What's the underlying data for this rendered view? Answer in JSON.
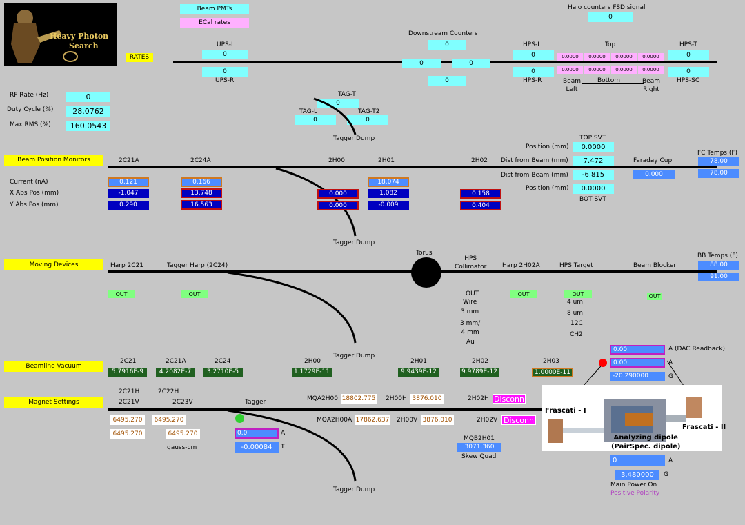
{
  "logo": {
    "line1": "Heavy Photon",
    "line2": "Search"
  },
  "top_buttons": {
    "beam_pmts": "Beam PMTs",
    "ecal_rates": "ECal rates",
    "rates": "RATES"
  },
  "halo": {
    "label": "Halo counters FSD signal",
    "value": "0"
  },
  "ups": {
    "ups_l": "UPS-L",
    "ups_l_val": "0",
    "ups_r": "UPS-R",
    "ups_r_val": "0"
  },
  "downstream": {
    "label": "Downstream Counters",
    "top": "0",
    "left": "0",
    "right": "0",
    "bottom": "0"
  },
  "hps_l": {
    "label": "HPS-L",
    "val": "0"
  },
  "hps_r": {
    "label": "HPS-R",
    "val": "0"
  },
  "top_label": "Top",
  "bottom_label": "Bottom",
  "top_vals": [
    "0.0000",
    "0.0000",
    "0.0000",
    "0.0000"
  ],
  "bottom_vals": [
    "0.0000",
    "0.0000",
    "0.0000",
    "0.0000"
  ],
  "beam_left": "Beam\nLeft",
  "beam_right": "Beam\nRight",
  "hps_t": {
    "label": "HPS-T",
    "val": "0"
  },
  "hps_sc": {
    "label": "HPS-SC",
    "val": "0"
  },
  "rf": {
    "label": "RF Rate (Hz)",
    "val": "0"
  },
  "duty": {
    "label": "Duty Cycle (%)",
    "val": "28.0762"
  },
  "maxrms": {
    "label": "Max RMS (%)",
    "val": "160.0543"
  },
  "tag": {
    "t": "TAG-T",
    "t_val": "0",
    "l": "TAG-L",
    "l_val": "0",
    "t2": "TAG-T2",
    "t2_val": "0"
  },
  "tagger_dump": "Tagger Dump",
  "bpm": {
    "section": "Beam Position Monitors",
    "cols": [
      "2C21A",
      "2C24A",
      "2H00",
      "2H01",
      "2H02"
    ],
    "row_labels": [
      "Current (nA)",
      "X Abs Pos (mm)",
      "Y Abs Pos (mm)"
    ],
    "current": [
      "0.121",
      "0.166",
      "18.074"
    ],
    "x": [
      "-1.047",
      "13.748",
      "0.000",
      "1.082",
      "0.158"
    ],
    "y": [
      "0.290",
      "16.563",
      "0.000",
      "-0.009",
      "0.404"
    ]
  },
  "svt": {
    "top_label": "TOP SVT",
    "bot_label": "BOT SVT",
    "pos_label": "Position (mm)",
    "dist_label": "Dist from Beam (mm)",
    "top_pos": "0.0000",
    "top_dist": "7.472",
    "bot_dist": "-6.815",
    "bot_pos": "0.0000"
  },
  "faraday": {
    "label": "Faraday Cup",
    "val": "0.000"
  },
  "fc_temps": {
    "label": "FC Temps (F)",
    "v1": "78.00",
    "v2": "78.00"
  },
  "moving": {
    "section": "Moving Devices",
    "harp2c21": "Harp 2C21",
    "harp2c21_state": "OUT",
    "tagger_harp": "Tagger Harp (2C24)",
    "tagger_harp_state": "OUT",
    "torus": "Torus",
    "collimator": "HPS\nCollimator",
    "collimator_opts": [
      "OUT",
      "Wire",
      "3 mm",
      "3 mm/\n4 mm",
      "Au"
    ],
    "harp2h02a": "Harp 2H02A",
    "harp2h02a_state": "OUT",
    "target": "HPS Target",
    "target_state": "OUT",
    "target_opts": [
      "4 um",
      "8 um",
      "12C",
      "CH2"
    ],
    "blocker": "Beam Blocker",
    "blocker_state": "OUT"
  },
  "bb_temps": {
    "label": "BB Temps (F)",
    "v1": "88.00",
    "v2": "91.00"
  },
  "vacuum": {
    "section": "Beamline Vacuum",
    "names": [
      "2C21",
      "2C21A",
      "2C24",
      "2H00",
      "2H01",
      "2H02",
      "2H03"
    ],
    "vals": [
      "5.7916E-9",
      "4.2082E-7",
      "3.2710E-5",
      "1.1729E-11",
      "9.9439E-12",
      "9.9789E-12",
      "1.0000E-11"
    ]
  },
  "dac": {
    "v1": "0.00",
    "l1": "A (DAC Readback)",
    "v2": "0.00",
    "l2": "A",
    "v3": "-20.290000",
    "l3": "G"
  },
  "magnet": {
    "section": "Magnet Settings",
    "c21h": "2C21H",
    "c22h": "2C22H",
    "c21v": "2C21V",
    "c23v": "2C23V",
    "v1": "6495.270",
    "v2": "6495.270",
    "v3": "6495.270",
    "v4": "6495.270",
    "gauss": "gauss-cm",
    "tagger": "Tagger",
    "tagger_a": "0.0",
    "tagger_a_unit": "A",
    "tagger_t": "-0.00084",
    "tagger_t_unit": "T",
    "mqa2h00": "MQA2H00",
    "mqa2h00_val": "18802.775",
    "h00h": "2H00H",
    "h00h_val": "3876.010",
    "h02h": "2H02H",
    "h02h_val": "Disconn",
    "mqa2h00a": "MQA2H00A",
    "mqa2h00a_val": "17862.637",
    "h00v": "2H00V",
    "h00v_val": "3876.010",
    "h02v": "2H02V",
    "h02v_val": "Disconn",
    "mqb": "MQB2H01",
    "mqb_val": "3071.360",
    "skew": "Skew Quad"
  },
  "dipole": {
    "frascati1": "Frascati - I",
    "frascati2": "Frascati - II",
    "analyzing": "Analyzing dipole\n(PairSpec. dipole)",
    "a_val": "0",
    "a_unit": "A",
    "g_val": "3.480000",
    "g_unit": "G",
    "main_power": "Main Power On",
    "polarity": "Positive Polarity"
  },
  "colors": {
    "background": "#c6c6c6",
    "cyan": "#80ffff",
    "pink": "#ffb0ff",
    "yellow": "#ffff00",
    "blue": "#0000c0",
    "green": "#206020"
  }
}
